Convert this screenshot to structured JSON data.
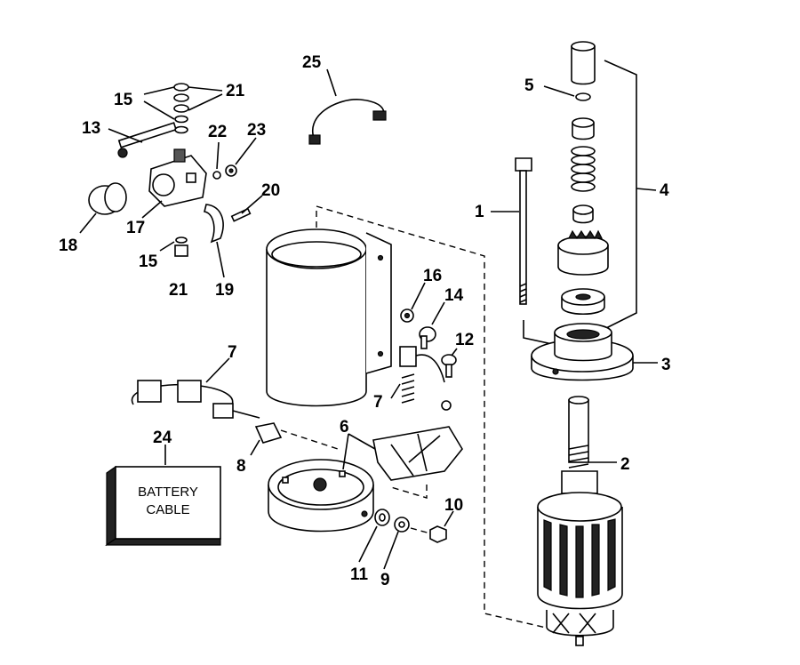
{
  "callouts": {
    "c1": "1",
    "c2": "2",
    "c3": "3",
    "c4": "4",
    "c5": "5",
    "c6": "6",
    "c7a": "7",
    "c7b": "7",
    "c8": "8",
    "c9": "9",
    "c10": "10",
    "c11": "11",
    "c12": "12",
    "c13": "13",
    "c14": "14",
    "c15a": "15",
    "c15b": "15",
    "c16": "16",
    "c17": "17",
    "c18": "18",
    "c19": "19",
    "c20": "20",
    "c21a": "21",
    "c21b": "21",
    "c22": "22",
    "c23": "23",
    "c24": "24",
    "c25": "25"
  },
  "battery_box": {
    "line1": "BATTERY",
    "line2": "CABLE"
  },
  "colors": {
    "ink": "#000000",
    "paper": "#ffffff"
  }
}
